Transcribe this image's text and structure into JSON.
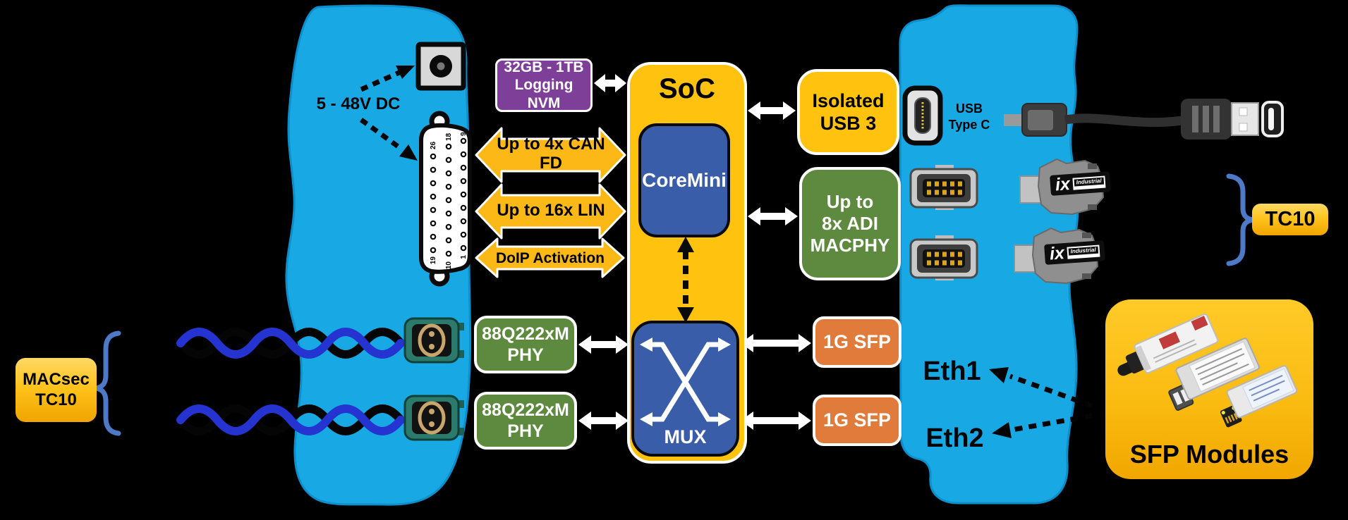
{
  "colors": {
    "background": "#000000",
    "device_blue": "#18A8E4",
    "device_blue_edge": "#0D8FCB",
    "accent_yellow": "#FFC20E",
    "bus_arrow_yellow": "#FBB817",
    "nvm_purple": "#7D3F98",
    "phy_green": "#5E8A3F",
    "sfp_orange": "#E17B3B",
    "chip_navy": "#3A5DA9",
    "brace_blue": "#4E79C7",
    "wire_blue": "#2533D1"
  },
  "left_device": {
    "power_label": "5 - 48V DC",
    "db26": {
      "top_pin_labels": [
        "26",
        "18",
        "9"
      ],
      "bottom_pin_labels": [
        "19",
        "10",
        "1"
      ]
    }
  },
  "storage": {
    "line1": "32GB - 1TB",
    "line2": "Logging NVM"
  },
  "soc": {
    "title": "SoC",
    "coremini_label": "CoreMini",
    "mux_label": "MUX"
  },
  "bus_arrows": [
    {
      "label": "Up to 4x CAN FD"
    },
    {
      "label": "Up to 16x LIN"
    },
    {
      "label": "DoIP Activation"
    }
  ],
  "phy": [
    {
      "line1": "88Q222xM",
      "line2": "PHY"
    },
    {
      "line1": "88Q222xM",
      "line2": "PHY"
    }
  ],
  "io_boxes": {
    "usb3": {
      "line1": "Isolated",
      "line2": "USB 3"
    },
    "macphy": {
      "line1": "Up to",
      "line2": "8x ADI",
      "line3": "MACPHY"
    },
    "sfp1_label": "1G SFP",
    "sfp2_label": "1G SFP"
  },
  "right_device": {
    "usb_typec": {
      "line1": "USB",
      "line2": "Type C"
    },
    "eth1_label": "Eth1",
    "eth2_label": "Eth2"
  },
  "tc10_label": "TC10",
  "macsec": {
    "line1": "MACsec",
    "line2": "TC10"
  },
  "sfp_modules_label": "SFP Modules",
  "ix_brand": {
    "name": "ix",
    "sub": "Industrial"
  }
}
